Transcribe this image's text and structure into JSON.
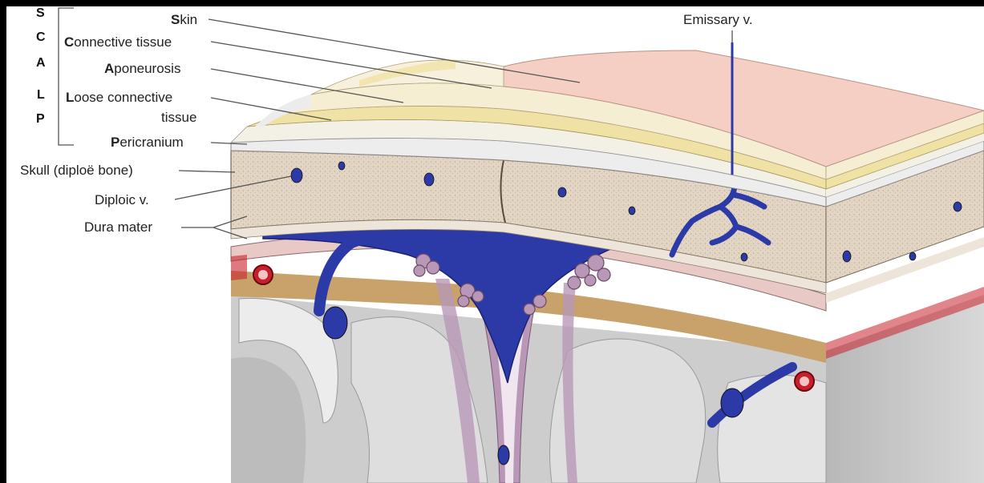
{
  "scalp_acronym": [
    "S",
    "C",
    "A",
    "L",
    "P"
  ],
  "labels": {
    "skin": {
      "initial": "S",
      "rest": "kin"
    },
    "connective_tissue": {
      "initial": "C",
      "rest": "onnective tissue"
    },
    "aponeurosis": {
      "initial": "A",
      "rest": "poneurosis"
    },
    "loose_connective": {
      "initial": "L",
      "rest": "oose connective",
      "line2": "tissue"
    },
    "pericranium": {
      "initial": "P",
      "rest": "ericranium"
    },
    "skull": "Skull (diploë bone)",
    "diploic_vein": "Diploic v.",
    "dura_mater": "Dura mater",
    "emissary_vein": "Emissary v."
  },
  "colors": {
    "background": "#000000",
    "paper": "#ffffff",
    "skin": "#f6cfc4",
    "connective": "#f5eed2",
    "aponeurosis": "#f0e2a4",
    "bone": "#e2d5c3",
    "vein_blue": "#2c3aa8",
    "artery_red": "#c8202a",
    "brain_grey": "#cdcdcd",
    "membrane": "#b898b6",
    "cortex_tan": "#c8a26a"
  }
}
